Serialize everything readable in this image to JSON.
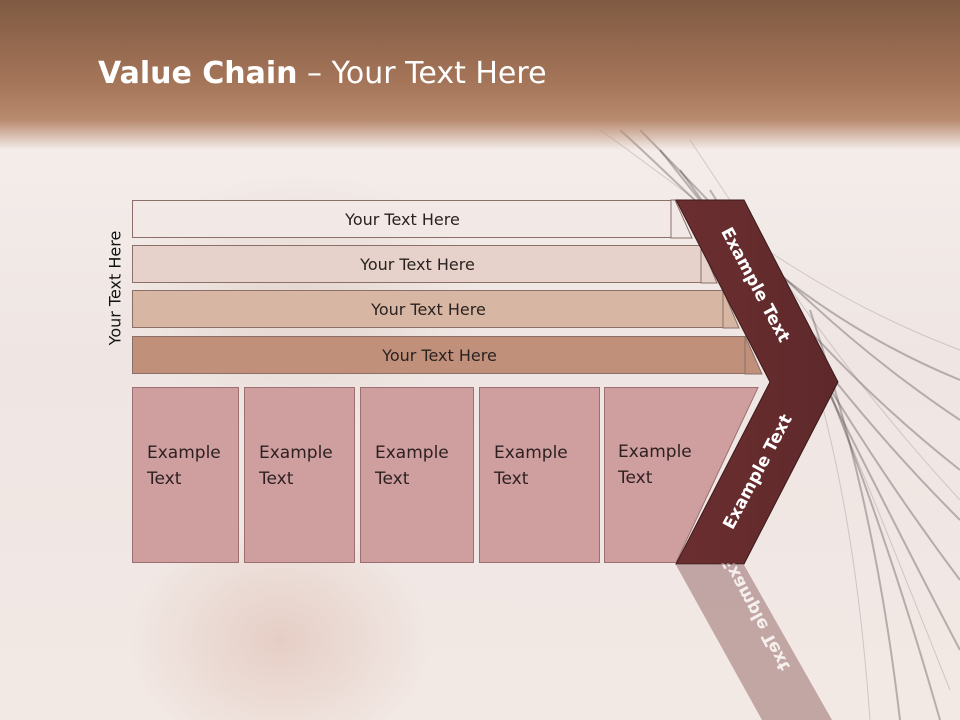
{
  "header": {
    "title_bold": "Value Chain",
    "title_rest": " – Your Text Here"
  },
  "side_label": "Your Text Here",
  "bars": [
    {
      "label": "Your Text Here",
      "color": "#f2e8e5"
    },
    {
      "label": "Your Text Here",
      "color": "#e6d2ca"
    },
    {
      "label": "Your Text Here",
      "color": "#d8b6a4"
    },
    {
      "label": "Your Text Here",
      "color": "#c0907a"
    }
  ],
  "boxes": [
    {
      "label": "Example\nText"
    },
    {
      "label": "Example\nText"
    },
    {
      "label": "Example\nText"
    },
    {
      "label": "Example\nText"
    },
    {
      "label": "Example\nText"
    }
  ],
  "chevron": {
    "upper_label": "Example Text",
    "lower_label": "Example Text",
    "color": "#6b2e30"
  },
  "box_color": "#cf9fa0"
}
